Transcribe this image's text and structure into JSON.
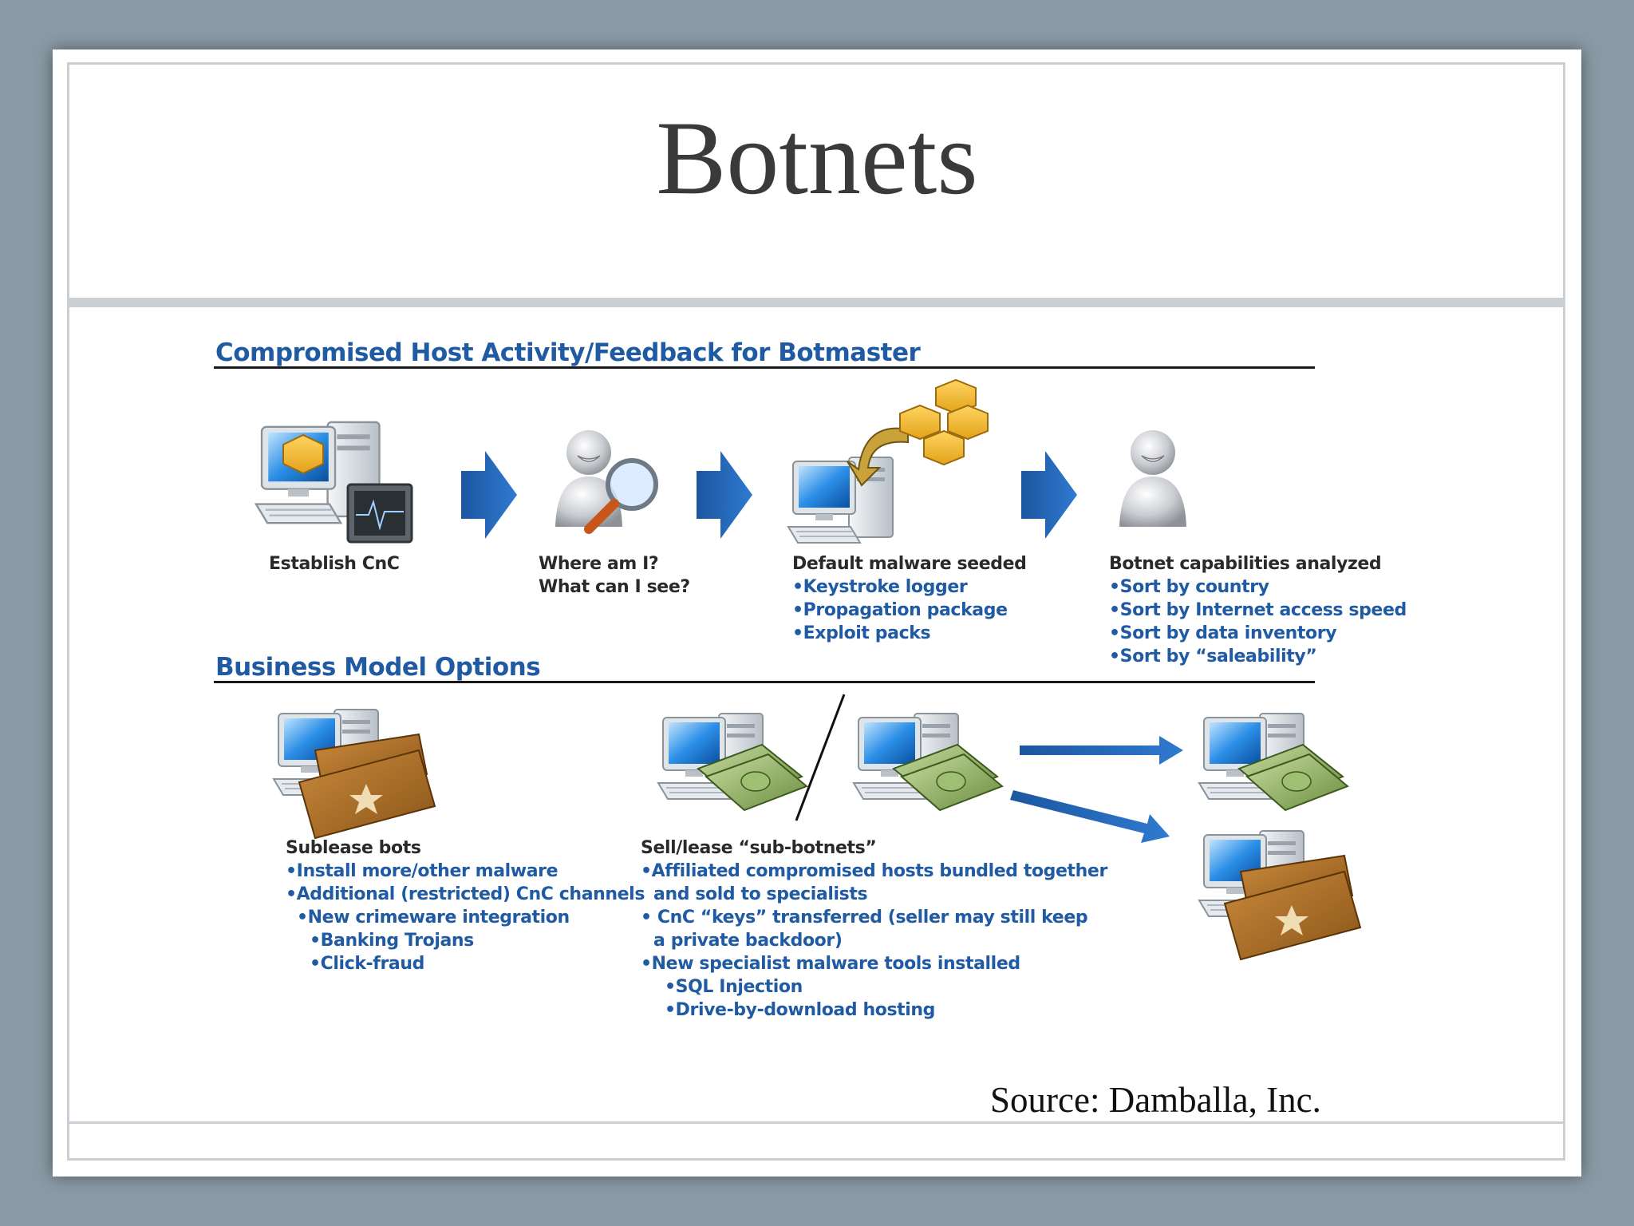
{
  "slide": {
    "title": "Botnets",
    "source": "Source: Damballa, Inc."
  },
  "section1": {
    "heading": "Compromised Host Activity/Feedback for Botmaster",
    "steps": [
      {
        "title": "Establish CnC",
        "bullets": []
      },
      {
        "title": "Where am I?",
        "title2": "What can I see?",
        "bullets": []
      },
      {
        "title": "Default malware seeded",
        "bullets": [
          "•Keystroke logger",
          "•Propagation package",
          "•Exploit packs"
        ]
      },
      {
        "title": "Botnet capabilities analyzed",
        "bullets": [
          "•Sort by country",
          "•Sort by Internet access speed",
          "•Sort by data inventory",
          "•Sort by “saleability”"
        ]
      }
    ]
  },
  "section2": {
    "heading": "Business Model Options",
    "sublease": {
      "title": "Sublease bots",
      "bullets": [
        "•Install more/other malware",
        "•Additional (restricted) CnC channels",
        "•New crimeware integration"
      ],
      "sub_bullets": [
        "•Banking Trojans",
        "•Click-fraud"
      ]
    },
    "sell": {
      "title": "Sell/lease “sub-botnets”",
      "lines": [
        "•Affiliated compromised hosts bundled together",
        "and sold to specialists",
        "•  CnC “keys” transferred (seller may still keep",
        "a private backdoor)",
        "•New specialist malware tools installed"
      ],
      "sub_bullets": [
        "•SQL Injection",
        "•Drive-by-download hosting"
      ]
    }
  },
  "icons": {
    "computer": "computer-icon",
    "monitor": "monitor-icon",
    "user": "user-icon",
    "magnifier": "magnifier-icon",
    "boxes": "package-icon",
    "money": "money-icon",
    "tickets": "ticket-icon",
    "arrow": "arrow-right-icon"
  },
  "colors": {
    "heading_blue": "#1f5aa3",
    "arrow_blue": "#1d5fae",
    "title_gray": "#3a3a3a"
  }
}
